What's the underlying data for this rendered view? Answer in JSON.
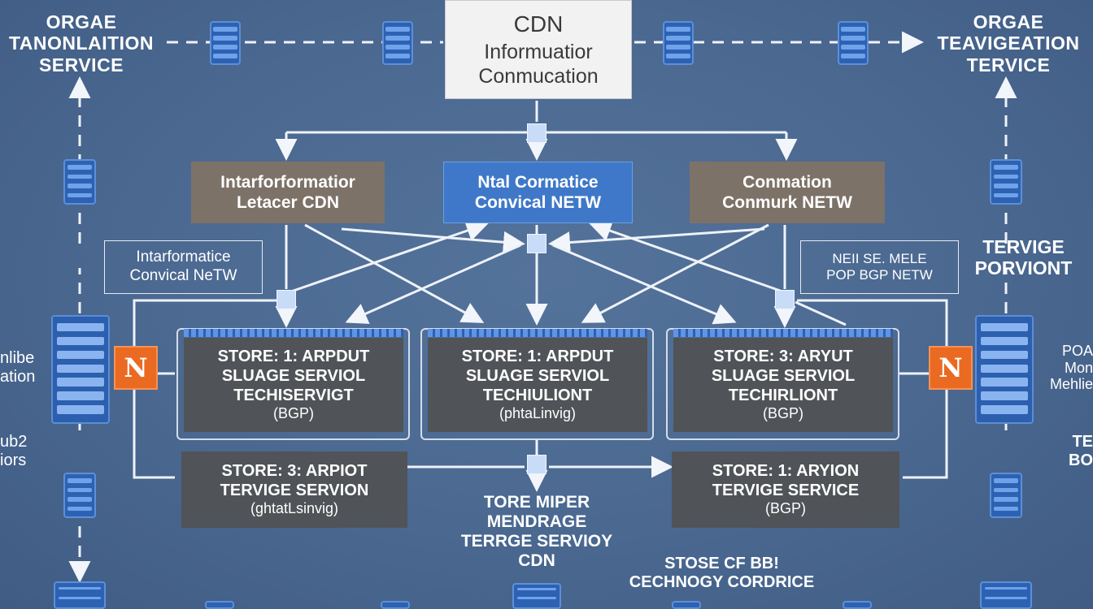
{
  "corners": {
    "top_left": [
      "ORGAE",
      "TANONLAITION",
      "SERVICE"
    ],
    "top_right": [
      "ORGAE",
      "TEAVIGEATION",
      "TERVICE"
    ]
  },
  "cdn_box": {
    "line1": "CDN",
    "line2": "Informuatior",
    "line3": "Conmucation"
  },
  "row1": {
    "left": {
      "line1": "Intarforformatior",
      "line2": "Letacer CDN"
    },
    "center": {
      "line1": "Ntal Cormatice",
      "line2": "Convical NETW"
    },
    "right": {
      "line1": "Conmation",
      "line2": "Conmurk NETW"
    }
  },
  "callouts": {
    "left": {
      "line1": "Intarformatice",
      "line2": "Convical NeTW"
    },
    "right": {
      "line1": "NEII SE. MELE",
      "line2": "POP BGP NETW"
    }
  },
  "right_label": [
    "TERVIGE",
    "PORVIONT"
  ],
  "side_text": {
    "left_upper": [
      "nlibe",
      "ation"
    ],
    "left_lower": [
      "ub2",
      "iors"
    ],
    "right_upper": [
      "POA",
      "Mon",
      "Mehlie"
    ],
    "right_lower": [
      "TE",
      "BO"
    ]
  },
  "badges": {
    "left": "N",
    "right": "N"
  },
  "stores": {
    "top_left": {
      "line1": "STORE: 1: ARPDUT",
      "line2": "SLUAGE SERVIOL",
      "line3": "TECHISERVIGT",
      "line4": "(BGP)"
    },
    "top_center": {
      "line1": "STORE: 1: ARPDUT",
      "line2": "SLUAGE SERVIOL",
      "line3": "TECHIULIONT",
      "line4": "(phtaLinvig)"
    },
    "top_right": {
      "line1": "STORE: 3: ARYUT",
      "line2": "SLUAGE SERVIOL",
      "line3": "TECHIRLIONT",
      "line4": "(BGP)"
    },
    "bottom_left": {
      "line1": "STORE: 3: ARPIOT",
      "line2": "TERVIGE SERVION",
      "line3": "(ghtatLsinvig)"
    },
    "bottom_right": {
      "line1": "STORE: 1: ARYION",
      "line2": "TERVIGE SERVICE",
      "line3": "(BGP)"
    }
  },
  "center_bottom": [
    "TORE MIPER",
    "MENDRAGE",
    "TERRGE SERVIOY",
    "CDN"
  ],
  "bottom_right_text": [
    "STOSE CF BB!",
    "CECHNOGY CORDRICE"
  ],
  "colors": {
    "background": "#4a6890",
    "store": "#505357",
    "badge": "#ea6a22",
    "blue_box": "#3f78c8",
    "brown_box": "#7d7268"
  }
}
